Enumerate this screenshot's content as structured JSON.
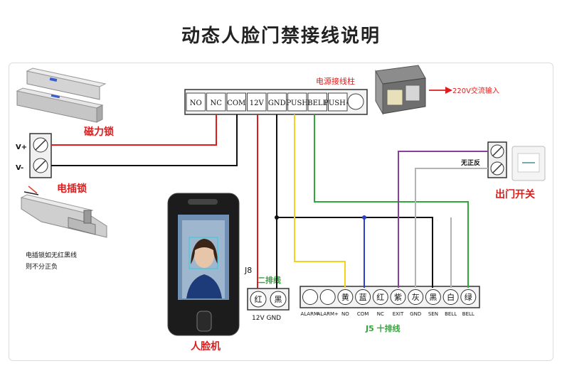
{
  "title": "动态人脸门禁接线说明",
  "power_block": {
    "label": "电源接线柱",
    "terminals": [
      "NO",
      "NC",
      "COM",
      "12V",
      "GND",
      "PUSH",
      "BELL",
      "PUSH+"
    ],
    "ac_input": "220V交流输入"
  },
  "mag_lock": {
    "label": "磁力锁",
    "plus": "V+",
    "minus": "V-"
  },
  "strike_lock": {
    "label": "电插锁",
    "note_line1": "电插锁如无红黑线",
    "note_line2": "则不分正负"
  },
  "exit_button": {
    "label": "出门开关",
    "terminal_label": "无正反"
  },
  "face_device": {
    "label": "人脸机"
  },
  "j8": {
    "title_prefix": "J8",
    "title_suffix": "二排线",
    "colors": [
      "红",
      "黑"
    ],
    "pins": "12V GND"
  },
  "j5": {
    "title": "J5 十排线",
    "colors": [
      "",
      "",
      "黄",
      "蓝",
      "红",
      "紫",
      "灰",
      "黑",
      "白",
      "绿"
    ],
    "pins": [
      "ALARM-",
      "ALARM+",
      "NO",
      "COM",
      "NC",
      "EXIT",
      "GND",
      "SEN",
      "BELL",
      "BELL"
    ]
  },
  "wire_colors": {
    "red": "#e01b1b",
    "black": "#111111",
    "yellow": "#f2d21b",
    "blue": "#2b3fc4",
    "purple": "#8a3f9e",
    "gray": "#b3b3b3",
    "green": "#2ea836"
  }
}
